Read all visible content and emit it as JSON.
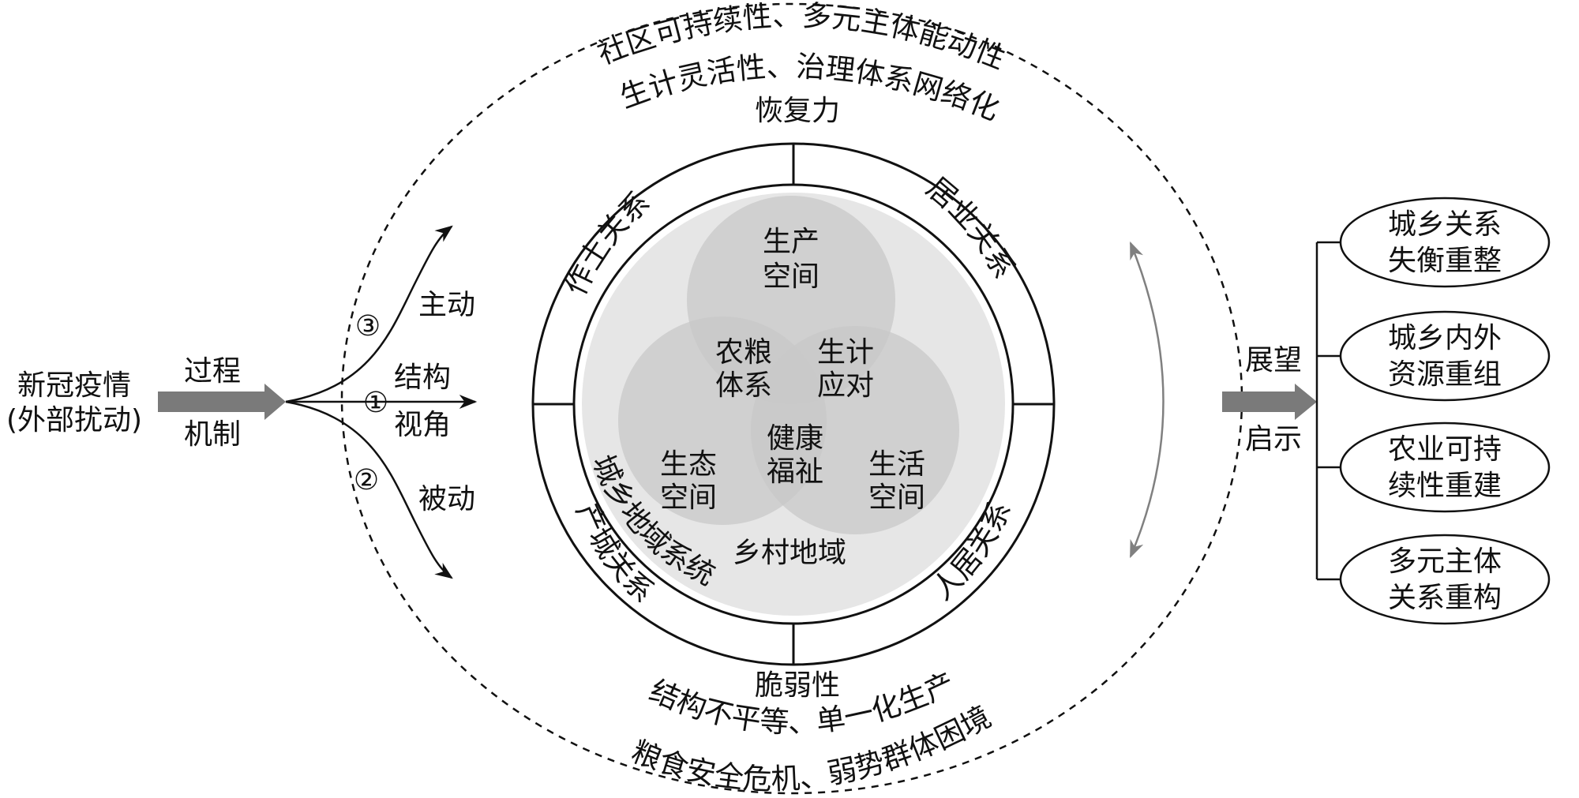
{
  "left": {
    "title_line1": "新冠疫情",
    "title_line2": "(外部扰动)",
    "arrow_top": "过程",
    "arrow_bottom": "机制"
  },
  "paths": {
    "active_num": "③",
    "active_label": "主动",
    "structural_num": "①",
    "structural_label_line1": "结构",
    "structural_label_line2": "视角",
    "passive_num": "②",
    "passive_label": "被动"
  },
  "outer": {
    "top_line1": "社区可持续性、多元主体能动性",
    "top_line2": "生计灵活性、治理体系网络化",
    "top_title": "恢复力",
    "bottom_title": "脆弱性",
    "bottom_line1": "结构不平等、单一化生产",
    "bottom_line2": "粮食安全危机、弱势群体困境"
  },
  "ring": {
    "top_left": "作土关系",
    "top_right": "居业关系",
    "bottom_right": "人居关系",
    "bottom_left": "产城关系",
    "inner_arc": "城乡地域系统"
  },
  "venn": {
    "production_l1": "生产",
    "production_l2": "空间",
    "ecology_l1": "生态",
    "ecology_l2": "空间",
    "living_l1": "生活",
    "living_l2": "空间",
    "agri_l1": "农粮",
    "agri_l2": "体系",
    "livelihood_l1": "生计",
    "livelihood_l2": "应对",
    "health_l1": "健康",
    "health_l2": "福祉",
    "region": "乡村地域"
  },
  "right": {
    "arrow_top": "展望",
    "arrow_bottom": "启示",
    "items": [
      {
        "l1": "城乡关系",
        "l2": "失衡重整"
      },
      {
        "l1": "城乡内外",
        "l2": "资源重组"
      },
      {
        "l1": "农业可持",
        "l2": "续性重建"
      },
      {
        "l1": "多元主体",
        "l2": "关系重构"
      }
    ]
  },
  "colors": {
    "ink": "#111111",
    "arrow_fill": "#7a7a7a",
    "ring_fill": "#ffffff",
    "inner_disc": "#e6e6e6",
    "venn_fill": "#c8c8c8",
    "curve_arrow": "#808080"
  }
}
